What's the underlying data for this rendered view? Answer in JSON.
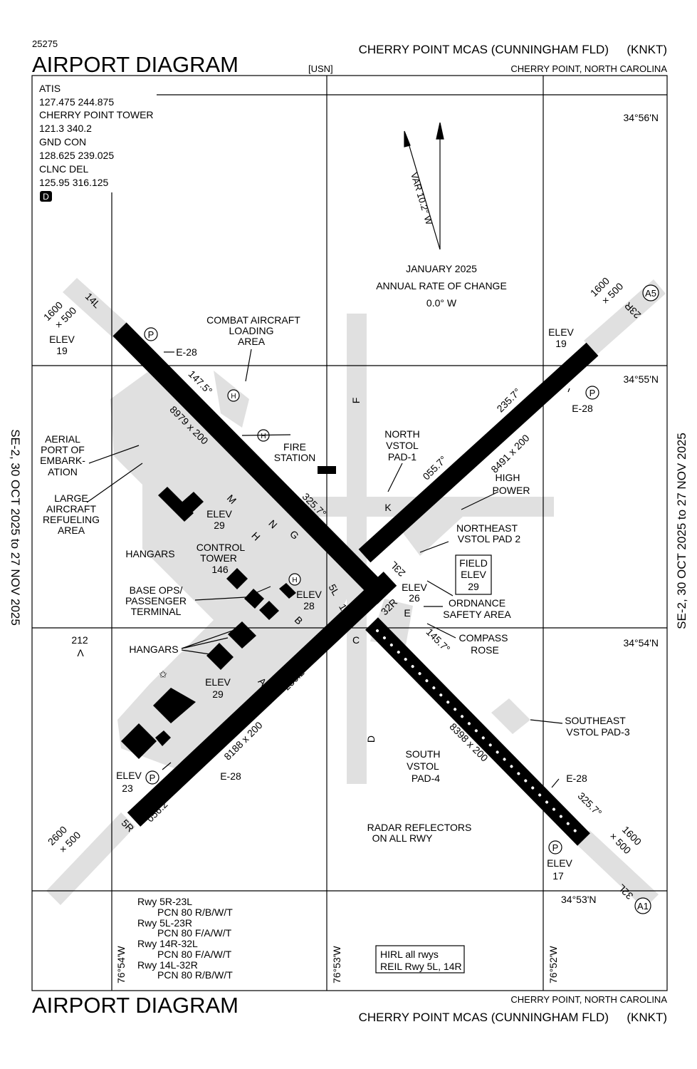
{
  "header": {
    "chart_number": "25275",
    "title": "AIRPORT DIAGRAM",
    "agency": "[USN]",
    "airport": "CHERRY POINT MCAS (CUNNINGHAM FLD)",
    "ident": "(KNKT)",
    "location": "CHERRY POINT, NORTH CAROLINA"
  },
  "frequencies": {
    "lines": [
      "ATIS",
      "127.475  244.875",
      "CHERRY POINT TOWER",
      "121.3  340.2",
      "GND CON",
      "128.625  239.025",
      "CLNC DEL",
      "125.95  316.125"
    ],
    "badge": "D"
  },
  "validity": "SE-2, 30 OCT 2025  to  27 NOV 2025",
  "magvar": {
    "var": "VAR 10.2° W",
    "date": "JANUARY 2025",
    "rate_label": "ANNUAL RATE OF CHANGE",
    "rate": "0.0° W"
  },
  "coords": {
    "lat56": "34°56'N",
    "lat55": "34°55'N",
    "lat54": "34°54'N",
    "lat53": "34°53'N",
    "lon54": "76°54'W",
    "lon53": "76°53'W",
    "lon52": "76°52'W"
  },
  "runways": {
    "r14L": "14L",
    "r32R": "32R",
    "r14R": "14R",
    "r32L": "32L",
    "r5L": "5L",
    "r23R": "23R",
    "r5R": "5R",
    "r23L": "23L",
    "dim_14L": "8979 x 200",
    "dim_5L": "8491 x 200",
    "dim_5R": "8188 x 200",
    "dim_14R": "8398 x 200",
    "hdg_1475": "147.5°",
    "hdg_3257a": "325.7°",
    "hdg_2357": "235.7°",
    "hdg_0557": "055.7°",
    "hdg_2362": "236.2°",
    "hdg_0562": "056.2°",
    "hdg_1457": "145.7°",
    "hdg_3257b": "325.7°"
  },
  "overruns": {
    "nw": [
      "1600",
      "× 500"
    ],
    "ne": [
      "1600",
      "× 500"
    ],
    "sw": [
      "2600",
      "× 500"
    ],
    "se": [
      "1600",
      "× 500"
    ]
  },
  "elevations": {
    "e19a": [
      "ELEV",
      "19"
    ],
    "e19b": [
      "ELEV",
      "19"
    ],
    "e29a": [
      "ELEV",
      "29"
    ],
    "e28": [
      "ELEV",
      "28"
    ],
    "e29b": [
      "ELEV",
      "29"
    ],
    "e23": [
      "ELEV",
      "23"
    ],
    "e26": [
      "ELEV",
      "26"
    ],
    "e17": [
      "ELEV",
      "17"
    ],
    "field": [
      "FIELD",
      "ELEV",
      "29"
    ]
  },
  "arresting": {
    "a": "E-28",
    "b": "E-28",
    "c": "E-28",
    "d": "E-28"
  },
  "symbols": {
    "parking": "P",
    "heli": "H",
    "a5": "A5",
    "a1": "A1",
    "obstacle_height": "212",
    "obstacle": "Λ",
    "beacon": "✩"
  },
  "taxiways": {
    "F": "F",
    "K": "K",
    "M": "M",
    "N": "N",
    "H": "H",
    "G": "G",
    "A": "A",
    "B": "B",
    "C": "C",
    "D": "D",
    "E": "E"
  },
  "labels": {
    "combat": [
      "COMBAT AIRCRAFT",
      "LOADING",
      "AREA"
    ],
    "fire": [
      "FIRE",
      "STATION"
    ],
    "aerial": [
      "AERIAL",
      "PORT OF",
      "EMBARK-",
      "ATION"
    ],
    "refuel": [
      "LARGE",
      "AIRCRAFT",
      "REFUELING",
      "AREA"
    ],
    "hangars1": "HANGARS",
    "tower": [
      "CONTROL",
      "TOWER",
      "146"
    ],
    "baseops": [
      "BASE OPS/",
      "PASSENGER",
      "TERMINAL"
    ],
    "hangars2": "HANGARS",
    "north_pad": [
      "NORTH",
      "VSTOL",
      "PAD-1"
    ],
    "high_power": [
      "HIGH",
      "POWER"
    ],
    "ne_pad": [
      "NORTHEAST",
      "VSTOL PAD 2"
    ],
    "ordnance": [
      "ORDNANCE",
      "SAFETY AREA"
    ],
    "compass": [
      "COMPASS",
      "ROSE"
    ],
    "se_pad": [
      "SOUTHEAST",
      "VSTOL PAD-3"
    ],
    "south_pad": [
      "SOUTH",
      "VSTOL",
      "PAD-4"
    ],
    "radar": [
      "RADAR REFLECTORS",
      "ON ALL RWY"
    ]
  },
  "pcn": [
    "Rwy 5R-23L",
    "PCN 80 R/B/W/T",
    "Rwy 5L-23R",
    "PCN 80 F/A/W/T",
    "Rwy 14R-32L",
    "PCN 80 F/A/W/T",
    "Rwy 14L-32R",
    "PCN 80 R/B/W/T"
  ],
  "notes": [
    "HIRL all rwys",
    "REIL Rwy 5L, 14R"
  ],
  "footer": {
    "title": "AIRPORT DIAGRAM",
    "location": "CHERRY POINT, NORTH CAROLINA",
    "airport": "CHERRY POINT MCAS (CUNNINGHAM FLD)",
    "ident": "(KNKT)"
  },
  "colors": {
    "pavement": "#e0e0e0",
    "runway": "#000000"
  }
}
